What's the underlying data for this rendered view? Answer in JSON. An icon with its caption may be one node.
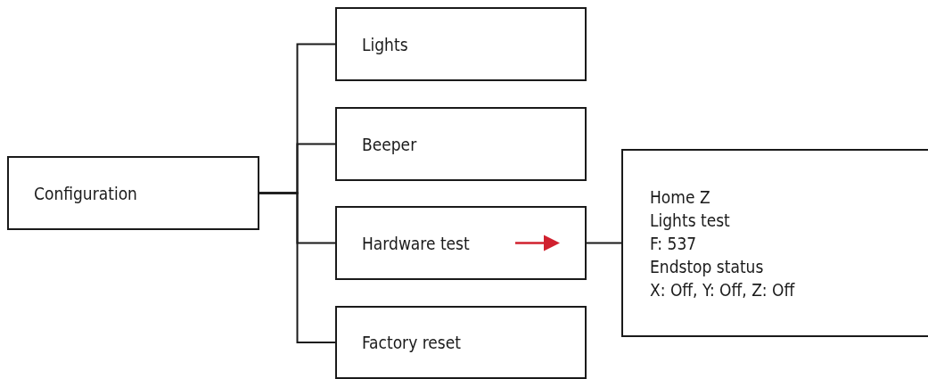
{
  "diagram": {
    "nodes": [
      {
        "text": [
          "Configuration"
        ]
      },
      {
        "text": [
          "Lights"
        ]
      },
      {
        "text": [
          "Beeper"
        ]
      },
      {
        "text": [
          "Hardware test"
        ]
      },
      {
        "text": [
          "Factory reset"
        ]
      },
      {
        "text": [
          "Home Z",
          "Lights test",
          "F: 537",
          "Endstop status",
          "X: Off, Y: Off, Z: Off"
        ]
      }
    ],
    "edges": [
      {
        "from": 0,
        "to": 1,
        "arrow": "none"
      },
      {
        "from": 0,
        "to": 2,
        "arrow": "none"
      },
      {
        "from": 0,
        "to": 3,
        "arrow": "none"
      },
      {
        "from": 0,
        "to": 4,
        "arrow": "none"
      },
      {
        "from": 3,
        "to": 5,
        "arrow": "none"
      }
    ]
  }
}
